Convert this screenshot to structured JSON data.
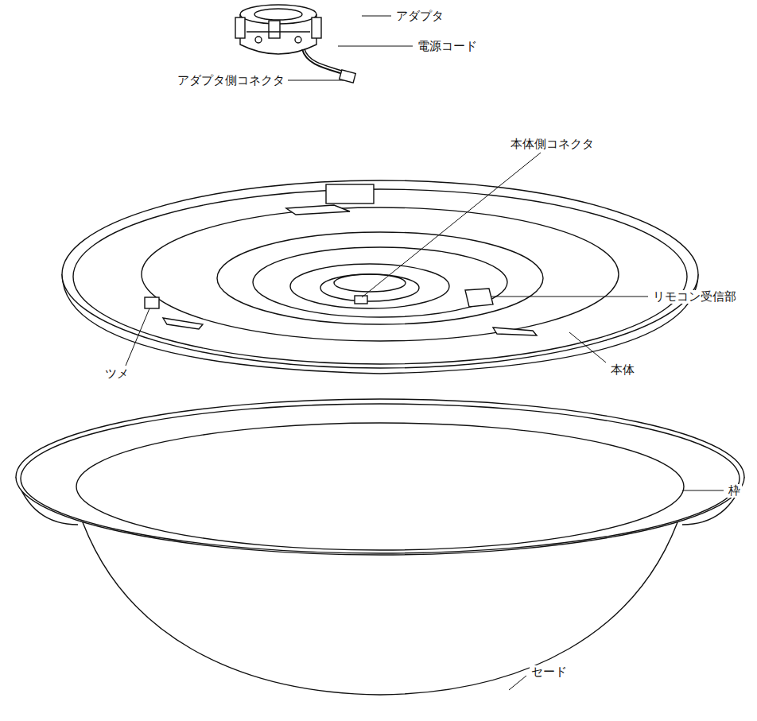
{
  "diagram": {
    "labels": [
      "アダプタ",
      "電源コード",
      "アダプタ側コネクタ",
      "本体側コネクタ",
      "リモコン受信部",
      "ツメ",
      "本体",
      "枠",
      "セード"
    ]
  }
}
